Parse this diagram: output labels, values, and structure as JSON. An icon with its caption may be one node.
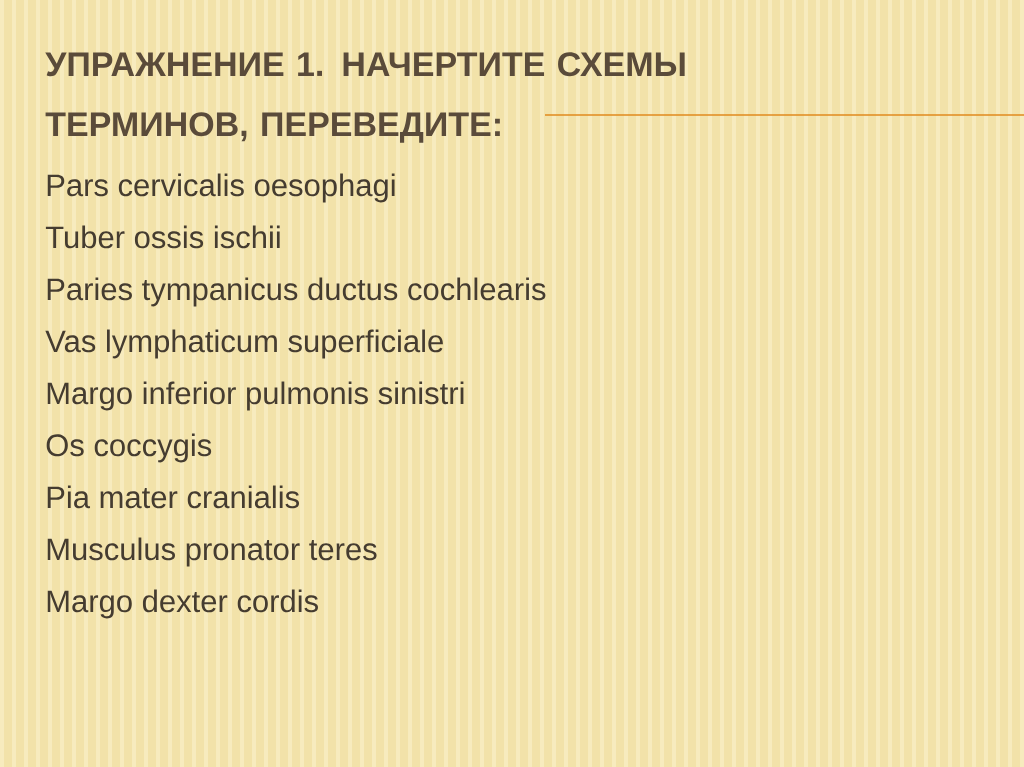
{
  "diagram": {
    "title": "УПРАЖНЕНИЕ 1. НАЧЕРТИТЕ СХЕМЫ ТЕРМИНОВ, ПЕРЕВЕДИТЕ:",
    "labels": [
      "Pars cervicalis oesophagi",
      "Tuber ossis ischii",
      "Paries tympanicus ductus cochlearis",
      "Vas lymphaticum superficiale",
      "Margo inferior pulmonis sinistri",
      "Os coccygis",
      "Pia mater cranialis",
      "Musculus pronator teres",
      "Margo dexter cordis"
    ]
  }
}
